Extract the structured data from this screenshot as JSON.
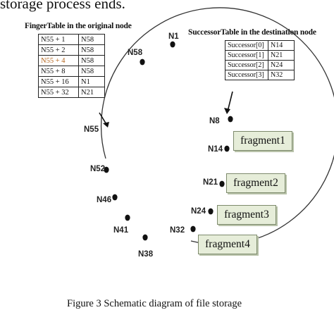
{
  "top_text": "storage process ends.",
  "finger_table": {
    "title": "FingerTable in the original node",
    "rows": [
      {
        "key": "N55 + 1",
        "value": "N58",
        "key_color": "#111111"
      },
      {
        "key": "N55 + 2",
        "value": "N58",
        "key_color": "#111111"
      },
      {
        "key": "N55 + 4",
        "value": "N58",
        "key_color": "#b5651d"
      },
      {
        "key": "N55 + 8",
        "value": "N58",
        "key_color": "#111111"
      },
      {
        "key": "N55 + 16",
        "value": "N1",
        "key_color": "#111111"
      },
      {
        "key": "N55 + 32",
        "value": "N21",
        "key_color": "#111111"
      }
    ]
  },
  "successor_table": {
    "title": "SuccessorTable in the destination node",
    "rows": [
      {
        "key": "Successor[0]",
        "value": "N14"
      },
      {
        "key": "Successor[1]",
        "value": "N21"
      },
      {
        "key": "Successor[2]",
        "value": "N24"
      },
      {
        "key": "Successor[3]",
        "value": "N32"
      }
    ]
  },
  "nodes": [
    "N1",
    "N58",
    "N55",
    "N52",
    "N46",
    "N41",
    "N38",
    "N32",
    "N24",
    "N21",
    "N14",
    "N8"
  ],
  "fragments": [
    "fragment1",
    "fragment2",
    "fragment3",
    "fragment4"
  ],
  "caption": "Figure 3     Schematic diagram of file storage",
  "colors": {
    "fragment_fill": "#e6edd9",
    "fragment_border": "#7d8a6c",
    "node_dot": "#111111"
  }
}
